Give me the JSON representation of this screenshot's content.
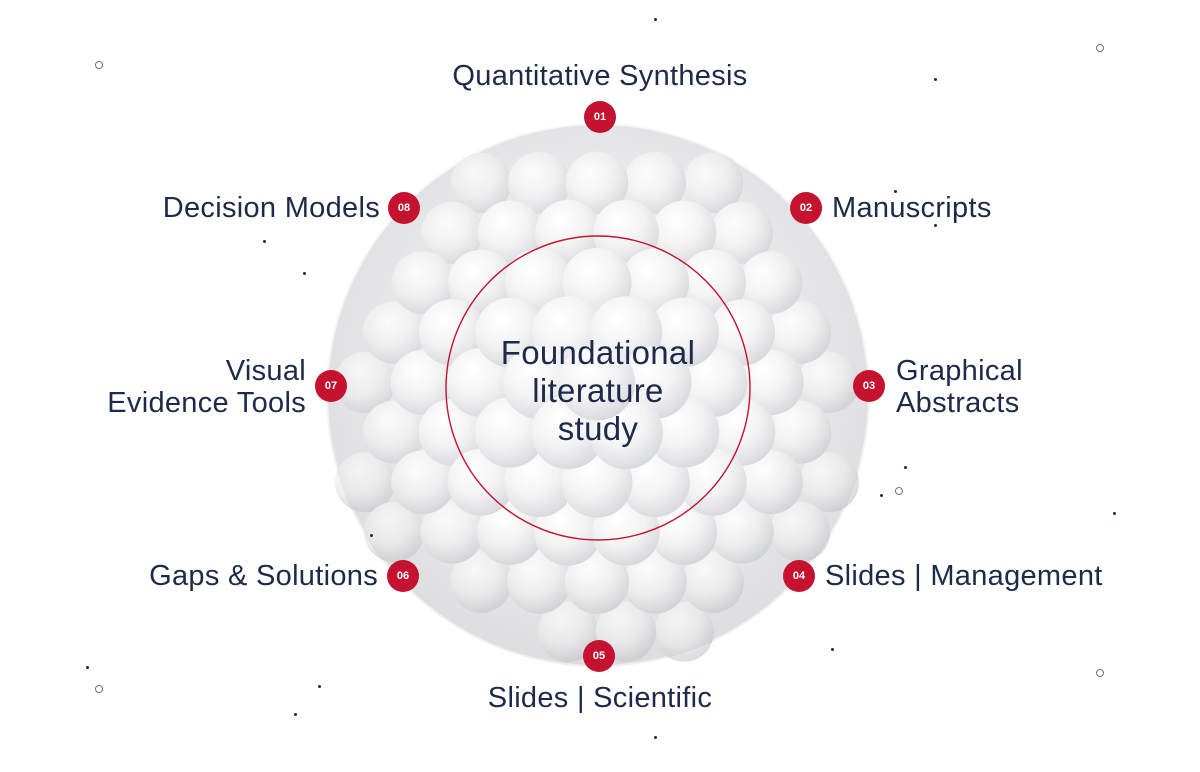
{
  "diagram": {
    "center": {
      "lines": [
        "Foundational",
        "literature",
        "study"
      ]
    },
    "nodes": [
      {
        "number": "01",
        "lines": [
          "Quantitative Synthesis"
        ]
      },
      {
        "number": "02",
        "lines": [
          "Manuscripts"
        ]
      },
      {
        "number": "03",
        "lines": [
          "Graphical",
          "Abstracts"
        ]
      },
      {
        "number": "04",
        "lines": [
          "Slides | Management"
        ]
      },
      {
        "number": "05",
        "lines": [
          "Slides | Scientific"
        ]
      },
      {
        "number": "06",
        "lines": [
          "Gaps & Solutions"
        ]
      },
      {
        "number": "07",
        "lines": [
          "Visual",
          "Evidence Tools"
        ]
      },
      {
        "number": "08",
        "lines": [
          "Decision Models"
        ]
      }
    ]
  },
  "colors": {
    "accent": "#c4122f",
    "text": "#1e2a4a",
    "sphere": "#f2f2f3",
    "background": "#ffffff"
  }
}
